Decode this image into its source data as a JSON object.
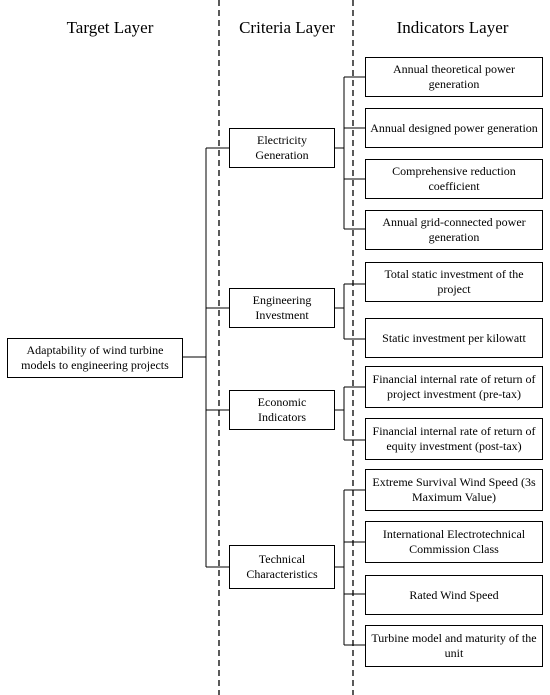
{
  "headers": {
    "target": "Target Layer",
    "criteria": "Criteria Layer",
    "indicators": "Indicators Layer"
  },
  "target": "Adaptability of wind turbine models to engineering projects",
  "criteria": [
    "Electricity Generation",
    "Engineering Investment",
    "Economic Indicators",
    "Technical Characteristics"
  ],
  "indicators": [
    "Annual theoretical power generation",
    "Annual designed power generation",
    "Comprehensive reduction coefficient",
    "Annual grid-connected power generation",
    "Total static investment of the project",
    "Static investment per kilowatt",
    "Financial internal rate of return of project investment (pre-tax)",
    "Financial internal rate of return of equity investment (post-tax)",
    "Extreme Survival Wind Speed (3s Maximum Value)",
    "International Electrotechnical Commission Class",
    "Rated Wind Speed",
    "Turbine model and maturity of the unit"
  ]
}
